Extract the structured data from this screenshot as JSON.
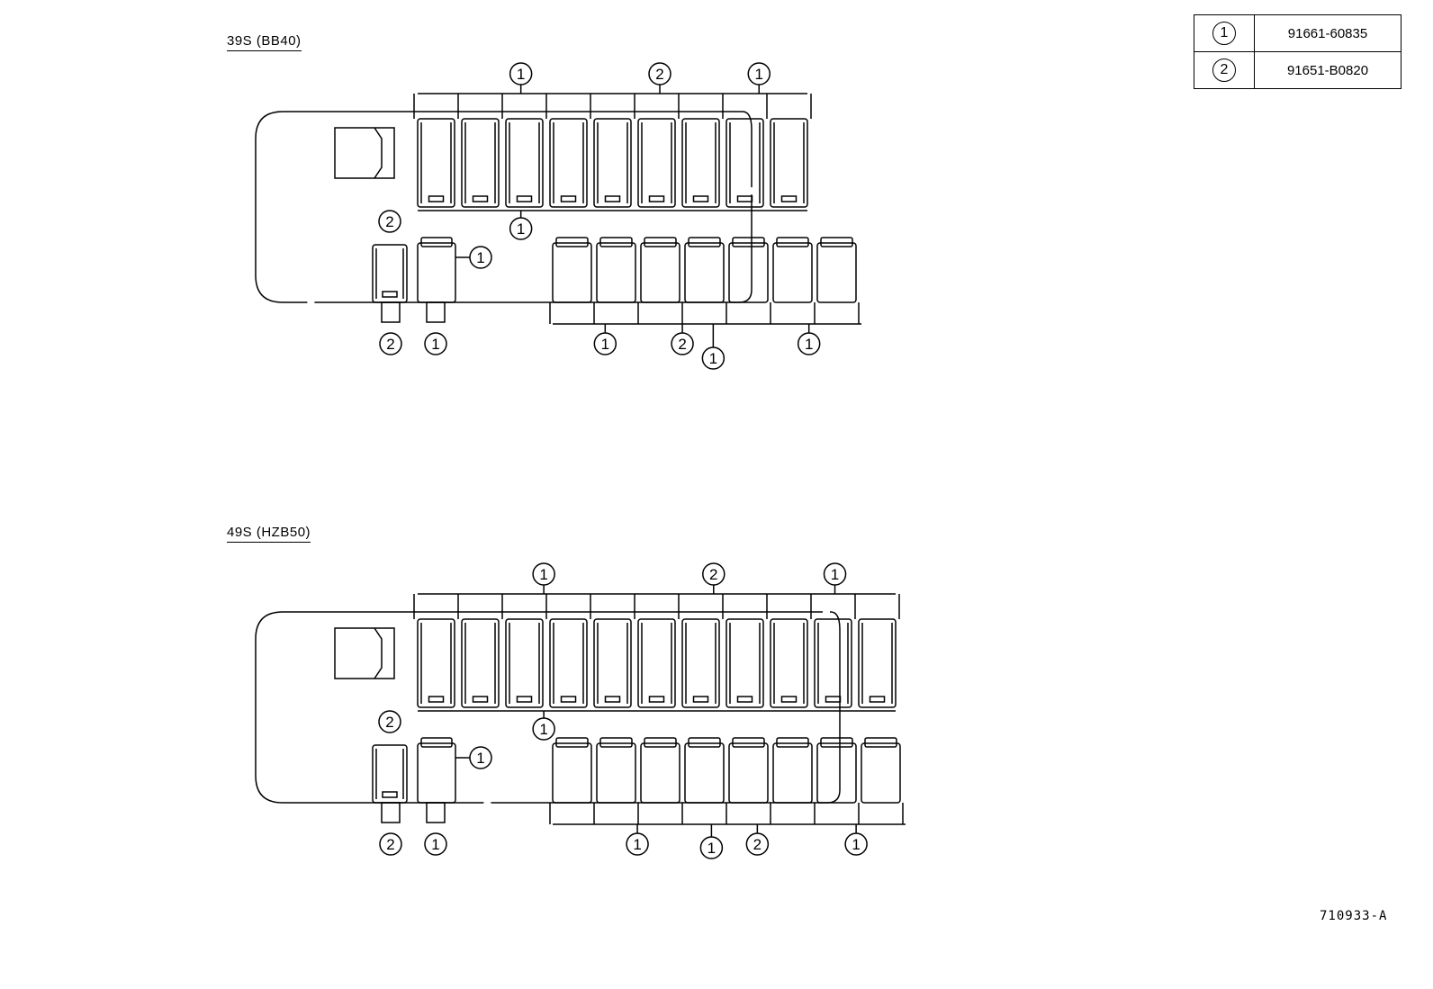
{
  "legend": [
    {
      "symbol": "1",
      "part_number": "91661-60835"
    },
    {
      "symbol": "2",
      "part_number": "91651-B0820"
    }
  ],
  "diagrams": [
    {
      "title": "39S (BB40)",
      "top_group_labels": [
        "1",
        "2",
        "1"
      ],
      "top_bottom_label": "1",
      "lower_left_labels": [
        "2",
        "1",
        "2",
        "1"
      ],
      "lower_right_labels": [
        "1",
        "2",
        "1",
        "1"
      ]
    },
    {
      "title": "49S (HZB50)",
      "top_group_labels": [
        "1",
        "2",
        "1"
      ],
      "top_bottom_label": "1",
      "lower_left_labels": [
        "2",
        "1",
        "2",
        "1"
      ],
      "lower_right_labels": [
        "1",
        "1",
        "2",
        "1"
      ]
    }
  ],
  "figure_ref": "710933-A"
}
